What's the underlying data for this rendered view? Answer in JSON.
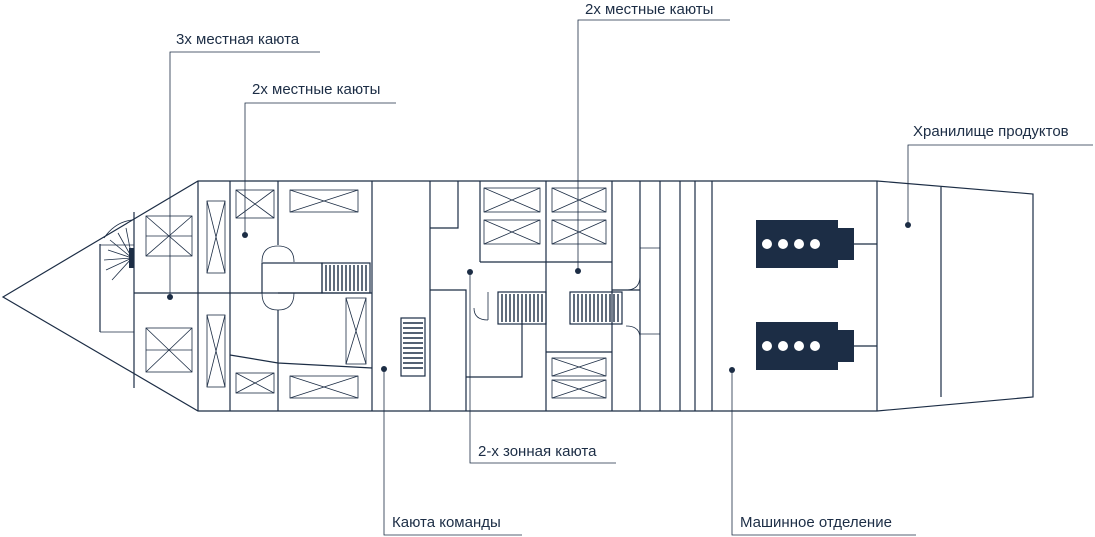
{
  "diagram": {
    "labels": {
      "cabin_3x": "3х местная каюта",
      "cabins_2x_left": "2х местные каюты",
      "cabins_2x_right": "2х местные каюты",
      "food_storage": "Хранилище продуктов",
      "cabin_2zone": "2-х зонная каюта",
      "crew_cabin": "Каюта команды",
      "engine_room": "Машинное отделение"
    }
  }
}
